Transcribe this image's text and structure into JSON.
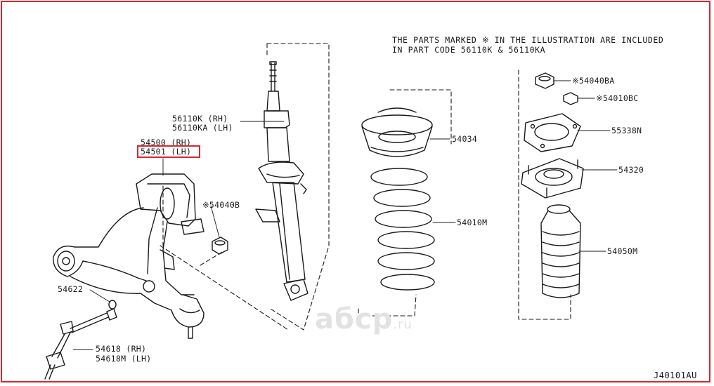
{
  "note": {
    "line1": "THE PARTS MARKED ※ IN THE ILLUSTRATION ARE INCLUDED",
    "line2": "IN PART CODE 56110K & 56110KA"
  },
  "labels": {
    "strut_rh": "56110K (RH)",
    "strut_lh": "56110KA (LH)",
    "arm_rh": "54500 (RH)",
    "arm_lh": "54501 (LH)",
    "nut_mid": "※54040B",
    "mount": "54034",
    "spring": "54010M",
    "nut_top": "※54040BA",
    "nut_small": "※54010BC",
    "plate": "55338N",
    "insulator": "54320",
    "bumper": "54050M",
    "bolt": "54622",
    "link_rh": "54618 (RH)",
    "link_lh": "54618M (LH)"
  },
  "watermark": {
    "main": "aбcp",
    "suffix": ".ru"
  },
  "diagram_code": "J40101AU",
  "colors": {
    "highlight": "#d9272e",
    "line": "#1a1a1a"
  }
}
